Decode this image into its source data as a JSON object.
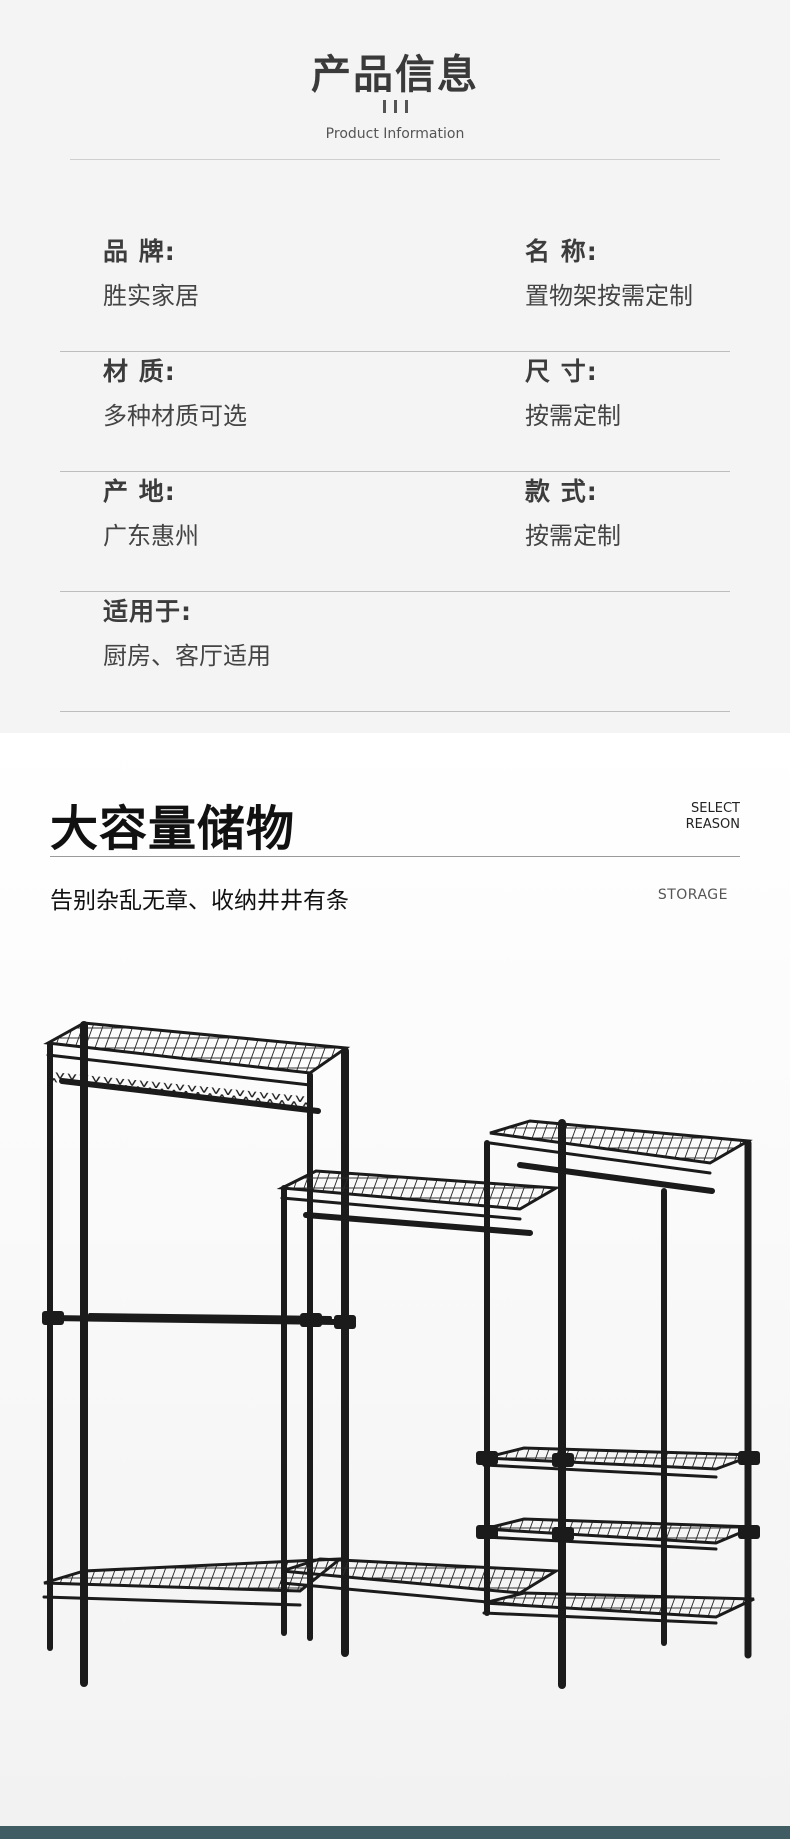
{
  "info": {
    "title": "产品信息",
    "subtitle": "Product Information",
    "specs": [
      {
        "left": {
          "label": "品  牌:",
          "value": "胜实家居"
        },
        "right": {
          "label": "名  称:",
          "value": "置物架按需定制"
        }
      },
      {
        "left": {
          "label": "材  质:",
          "value": "多种材质可选"
        },
        "right": {
          "label": "尺  寸:",
          "value": "按需定制"
        }
      },
      {
        "left": {
          "label": "产  地:",
          "value": "广东惠州"
        },
        "right": {
          "label": "款  式:",
          "value": "按需定制"
        }
      },
      {
        "left": {
          "label": "适用于:",
          "value": "厨房、客厅适用"
        }
      }
    ]
  },
  "storage": {
    "title": "大容量储物",
    "select_line1": "SELECT",
    "select_line2": "REASON",
    "description": "告别杂乱无章、收纳井井有条",
    "tag": "STORAGE"
  },
  "colors": {
    "rack": "#1b1b1b",
    "footer_bar": "#3f5d63"
  }
}
